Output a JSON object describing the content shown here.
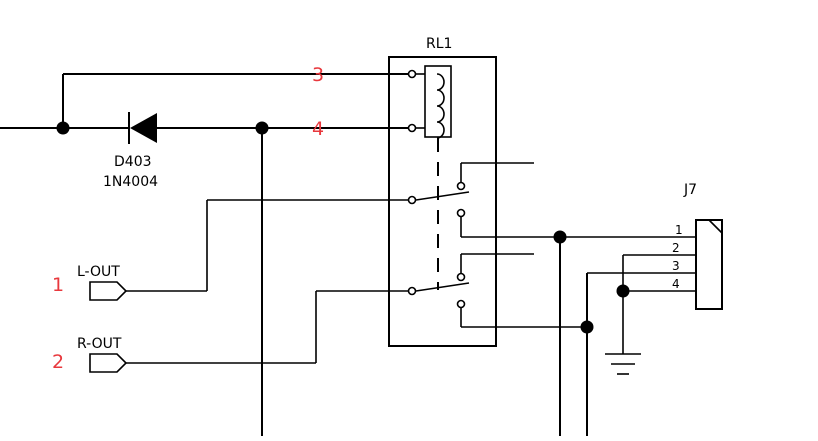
{
  "relay": {
    "ref": "RL1",
    "coil_pins": [
      "3",
      "4"
    ]
  },
  "diode": {
    "ref": "D403",
    "part": "1N4004"
  },
  "connector": {
    "ref": "J7",
    "pins": [
      "1",
      "2",
      "3",
      "4"
    ]
  },
  "ports": [
    {
      "label": "L-OUT",
      "pin_number": "1"
    },
    {
      "label": "R-OUT",
      "pin_number": "2"
    }
  ],
  "colors": {
    "wire": "#000000",
    "pin_number": "#e8383d",
    "background": "#ffffff"
  }
}
